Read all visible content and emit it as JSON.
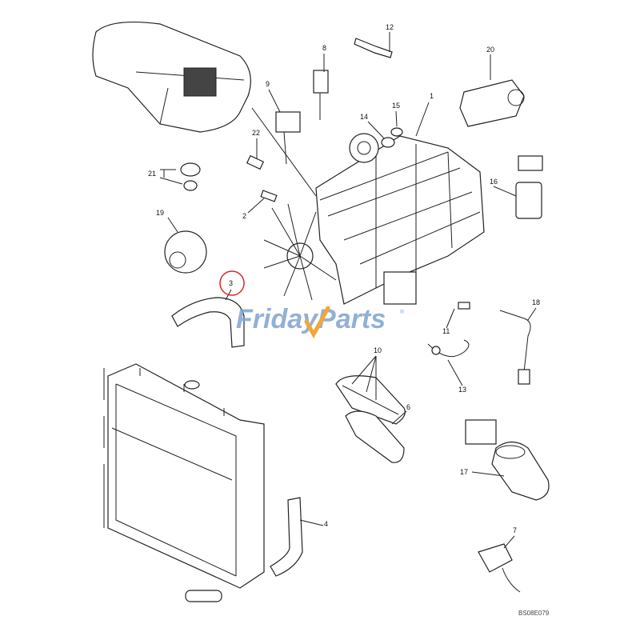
{
  "diagram": {
    "callouts": [
      "1",
      "2",
      "3",
      "4",
      "6",
      "7",
      "8",
      "9",
      "10",
      "11",
      "12",
      "13",
      "14",
      "15",
      "16",
      "17",
      "18",
      "19",
      "20",
      "21",
      "22"
    ],
    "highlighted_callout": "3",
    "highlight_color": "#d9262b",
    "drawing_code": "BS08E079"
  },
  "watermark": {
    "brand_part1": "Friday",
    "brand_part2": "Parts",
    "registered": "®",
    "color": "#7fa3cf",
    "accent_color": "#f0a63a"
  }
}
